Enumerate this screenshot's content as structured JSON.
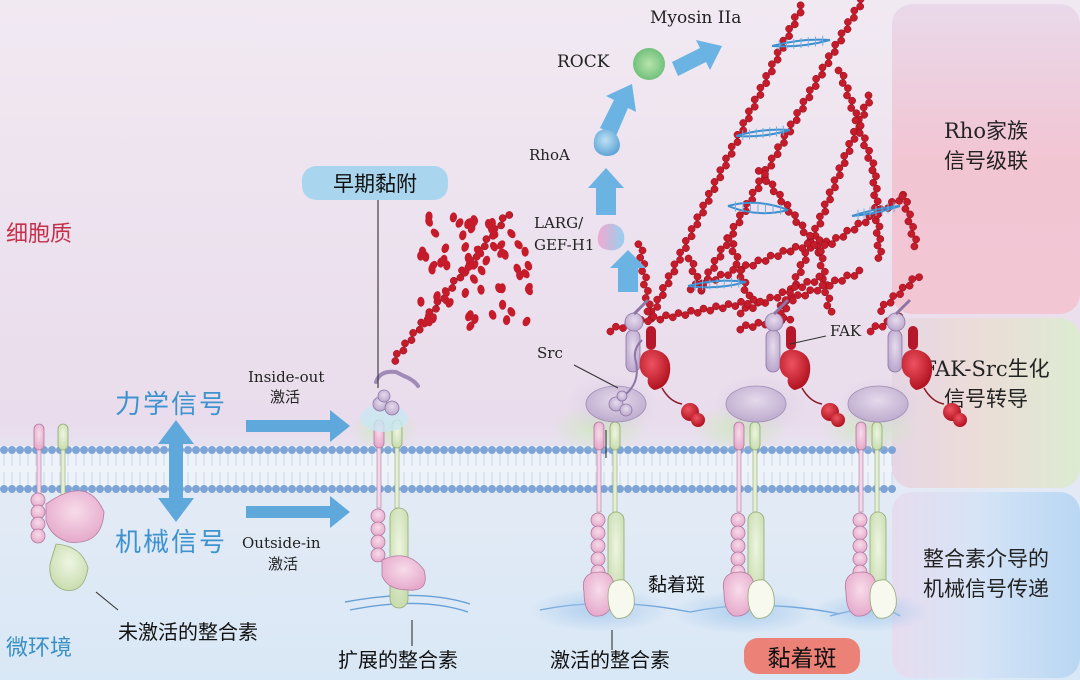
{
  "regions": {
    "cytoplasm": "细胞质",
    "microenvironment": "微环境"
  },
  "signals": {
    "mechanical_force": "力学信号",
    "mechanical": "机械信号",
    "inside_out": "Inside-out",
    "inside_out_activation": "激活",
    "outside_in": "Outside-in",
    "outside_in_activation": "激活"
  },
  "badges": {
    "early_adhesion": "早期黏附",
    "focal_adhesion": "黏着斑"
  },
  "integrins": {
    "inactive": "未激活的整合素",
    "extended": "扩展的整合素",
    "activated": "激活的整合素",
    "focal_adhesion_label": "黏着斑"
  },
  "cascade": {
    "myosin": "Myosin IIa",
    "rock": "ROCK",
    "rhoa": "RhoA",
    "larg_line1": "LARG/",
    "larg_line2": "GEF-H1",
    "src": "Src",
    "fak": "FAK"
  },
  "panels": {
    "rho_line1": "Rho家族",
    "rho_line2": "信号级联",
    "fak_line1": "FAK-Src生化",
    "fak_line2": "信号转导",
    "mech_line1": "整合素介导的",
    "mech_line2": "机械信号传递"
  },
  "colors": {
    "actin": "#c51b2a",
    "signal_blue": "#3e93cf",
    "membrane": "#7ea4d6",
    "region_red": "#c4314b",
    "fak": "#b5182a",
    "integrin_pink": "#f0c6df",
    "integrin_green": "#dbe9c4"
  }
}
